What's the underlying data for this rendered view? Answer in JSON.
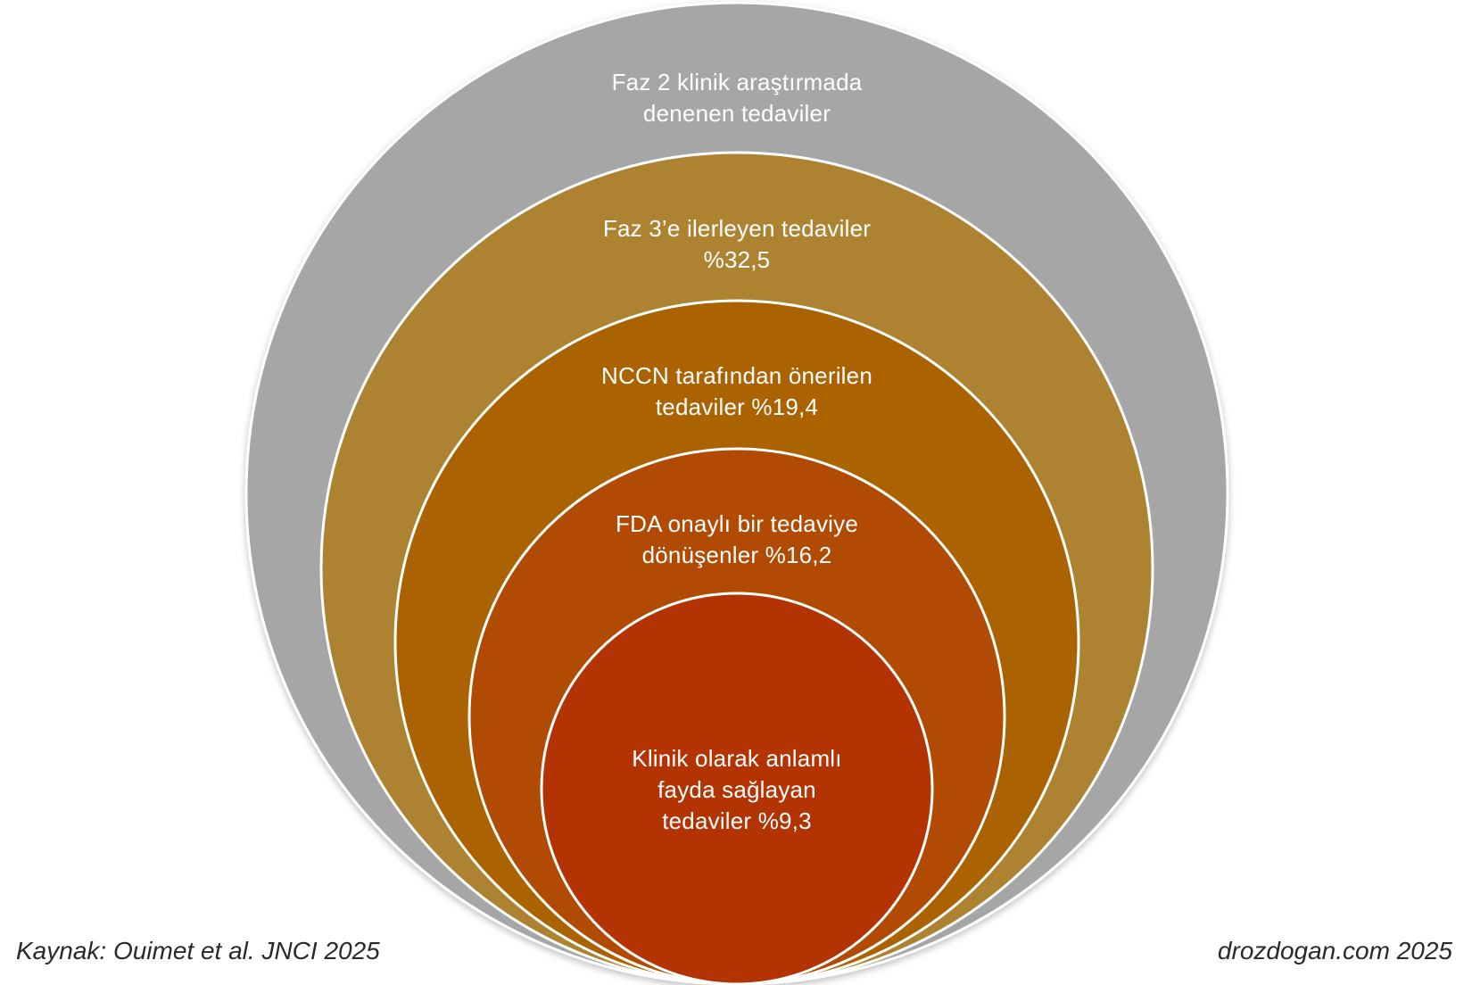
{
  "rings": [
    {
      "id": "phase2",
      "lines": [
        "Faz 2 klinik araştırmada",
        "denenen tedaviler"
      ],
      "color": "#a6a6a6"
    },
    {
      "id": "phase3",
      "lines": [
        "Faz 3’e ilerleyen tedaviler",
        "%32,5"
      ],
      "percent": 32.5,
      "color": "#ad8331"
    },
    {
      "id": "nccn",
      "lines": [
        "NCCN tarafından önerilen",
        "tedaviler %19,4"
      ],
      "percent": 19.4,
      "color": "#ab6200"
    },
    {
      "id": "fda",
      "lines": [
        "FDA onaylı bir tedaviye",
        "dönüşenler %16,2"
      ],
      "percent": 16.2,
      "color": "#b14a02"
    },
    {
      "id": "benefit",
      "lines": [
        "Klinik olarak anlamlı",
        "fayda sağlayan",
        "tedaviler %9,3"
      ],
      "percent": 9.3,
      "color": "#b33302"
    }
  ],
  "footer": {
    "source": "Kaynak: Ouimet et al. JNCI 2025",
    "site": "drozdogan.com  2025"
  }
}
